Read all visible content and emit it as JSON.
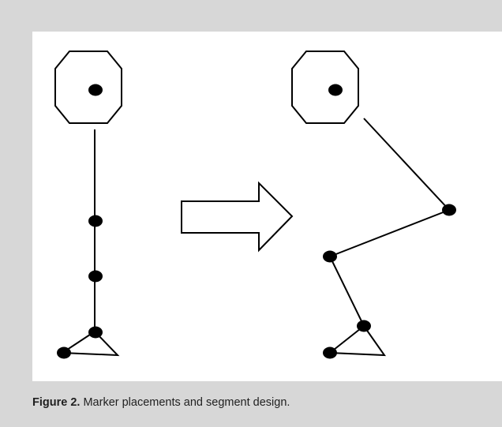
{
  "caption": {
    "label": "Figure 2.",
    "text": " Marker placements and segment design."
  },
  "colors": {
    "background": "#d7d7d7",
    "panel": "#ffffff",
    "ink": "#000000"
  },
  "diagram": {
    "left_figure": "standing leg model",
    "arrow": "right-arrow",
    "right_figure": "flexed leg model"
  }
}
